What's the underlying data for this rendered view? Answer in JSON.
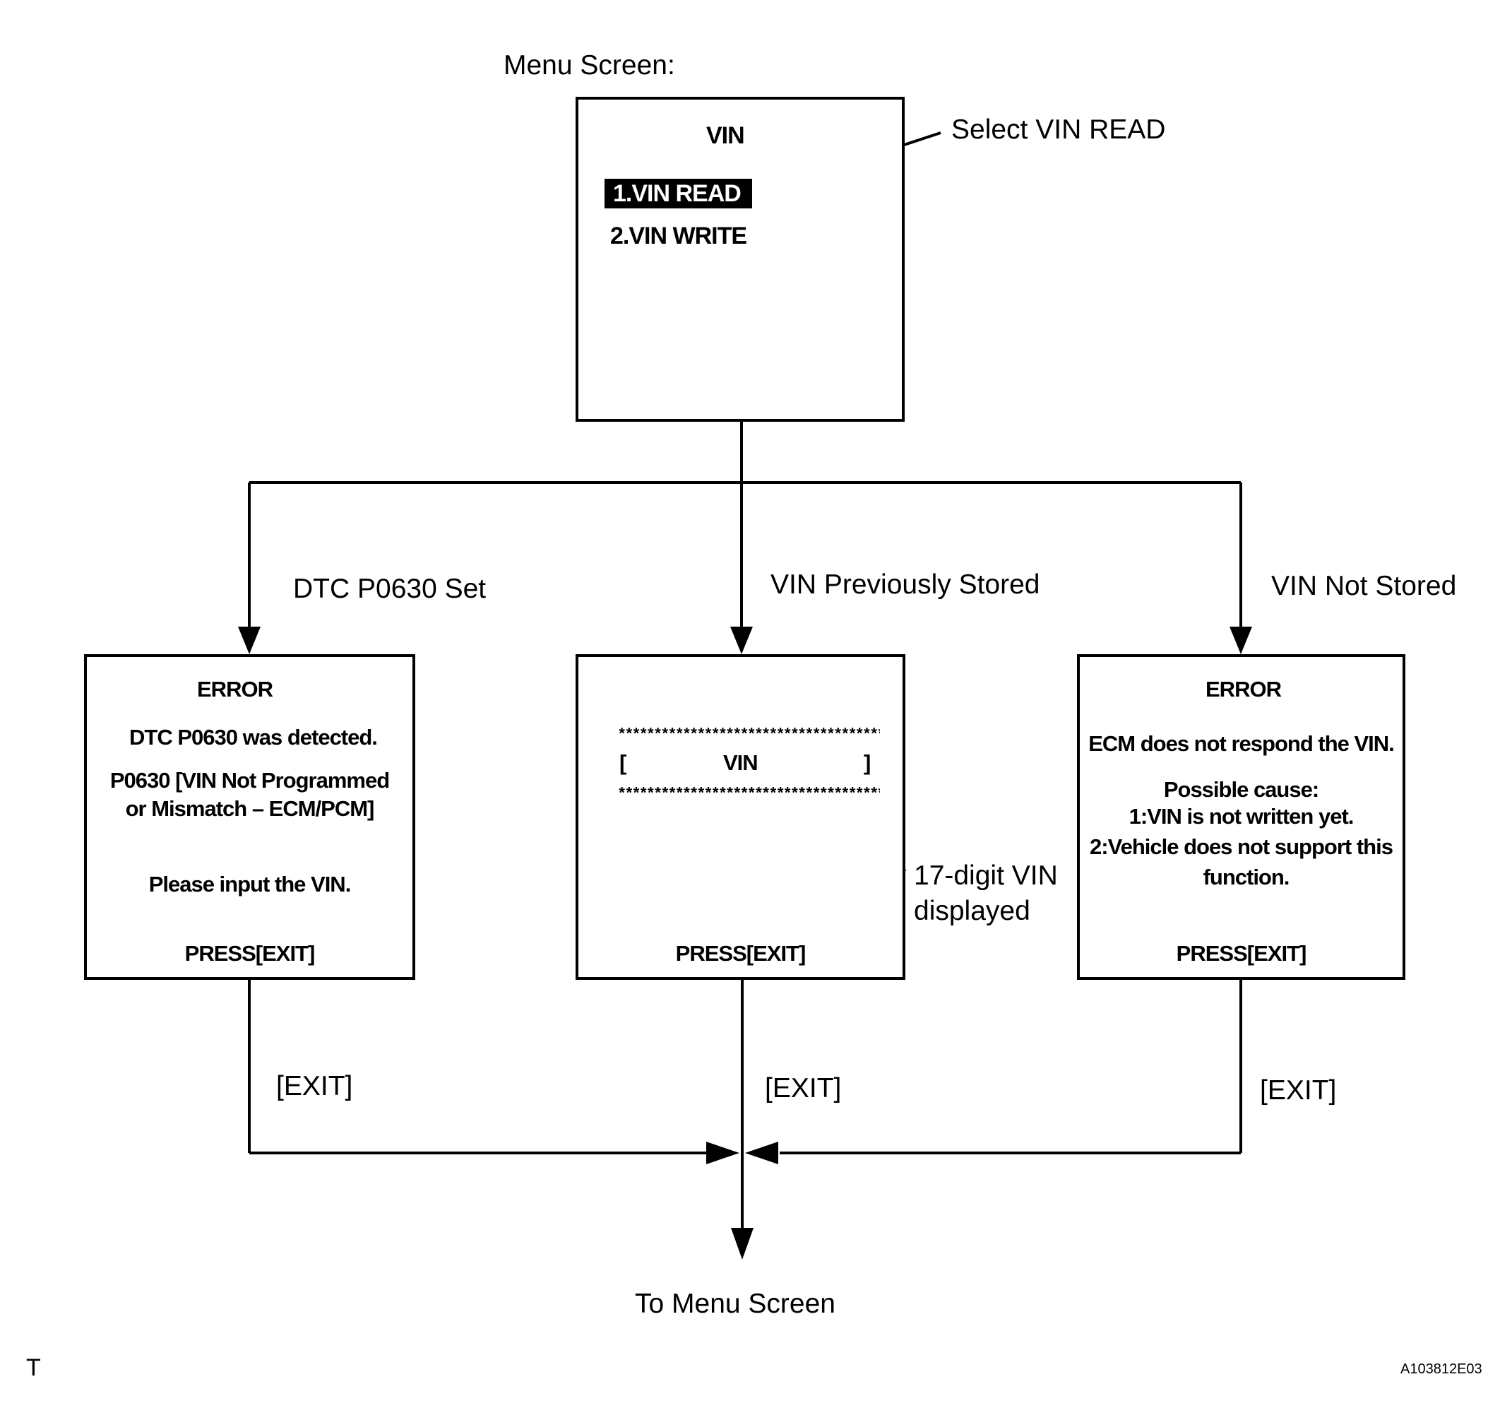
{
  "labels": {
    "menu_screen": "Menu Screen:",
    "select_vin_read": "Select VIN READ",
    "branch_dtc": "DTC P0630 Set",
    "branch_prev": "VIN Previously Stored",
    "branch_not_stored": "VIN Not Stored",
    "vin_displayed_1": "17-digit VIN",
    "vin_displayed_2": "displayed",
    "exit_left": "[EXIT]",
    "exit_center": "[EXIT]",
    "exit_right": "[EXIT]",
    "to_menu": "To Menu Screen",
    "corner_t": "T",
    "figure_id": "A103812E03"
  },
  "menu": {
    "title": "VIN",
    "items": [
      "1.VIN READ",
      "2.VIN WRITE"
    ],
    "selected_index": 0
  },
  "screen_dtc": {
    "title": "ERROR",
    "line1": "DTC P0630 was detected.",
    "line2": "P0630  [VIN Not Programmed",
    "line3": "or Mismatch – ECM/PCM]",
    "line4": "Please input the VIN.",
    "press": "PRESS[EXIT]"
  },
  "screen_vin": {
    "stars": "*************************************",
    "bracket_left": "[",
    "vin": "VIN",
    "bracket_right": "]",
    "press": "PRESS[EXIT]"
  },
  "screen_not_stored": {
    "title": "ERROR",
    "line1": "ECM does not respond the VIN.",
    "line2": "Possible cause:",
    "line3": "1:VIN is not written yet.",
    "line4": "2:Vehicle does not support this",
    "line5": "function.",
    "press": "PRESS[EXIT]"
  }
}
